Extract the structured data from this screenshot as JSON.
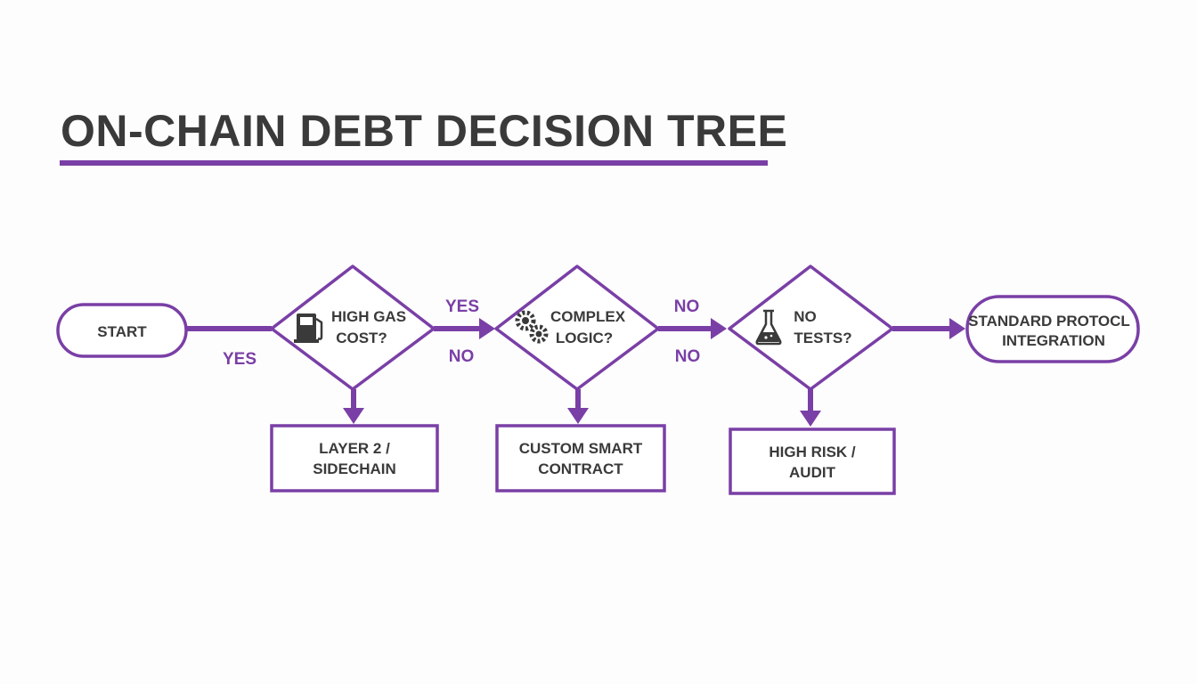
{
  "title": "ON-CHAIN DEBT DECISION TREE",
  "colors": {
    "accent": "#7a3fa6",
    "text": "#3a3a3a"
  },
  "nodes": {
    "start": {
      "label": "START"
    },
    "gas_decision": {
      "line1": "HIGH GAS",
      "line2": "COST?",
      "icon": "fuel-pump-icon"
    },
    "logic_decision": {
      "line1": "COMPLEX",
      "line2": "LOGIC?",
      "icon": "gears-icon"
    },
    "tests_decision": {
      "line1": "NO",
      "line2": "TESTS?",
      "icon": "flask-icon"
    },
    "standard": {
      "line1": "STANDARD PROTOCL",
      "line2": "INTEGRATION"
    },
    "layer2": {
      "line1": "LAYER 2 /",
      "line2": "SIDECHAIN"
    },
    "custom": {
      "line1": "CUSTOM SMART",
      "line2": "CONTRACT"
    },
    "high_risk": {
      "line1": "HIGH RISK /",
      "line2": "AUDIT"
    }
  },
  "edge_labels": {
    "start_yes": "YES",
    "gas_yes": "YES",
    "gas_no": "NO",
    "logic_no_top": "NO",
    "logic_no_bottom": "NO"
  }
}
